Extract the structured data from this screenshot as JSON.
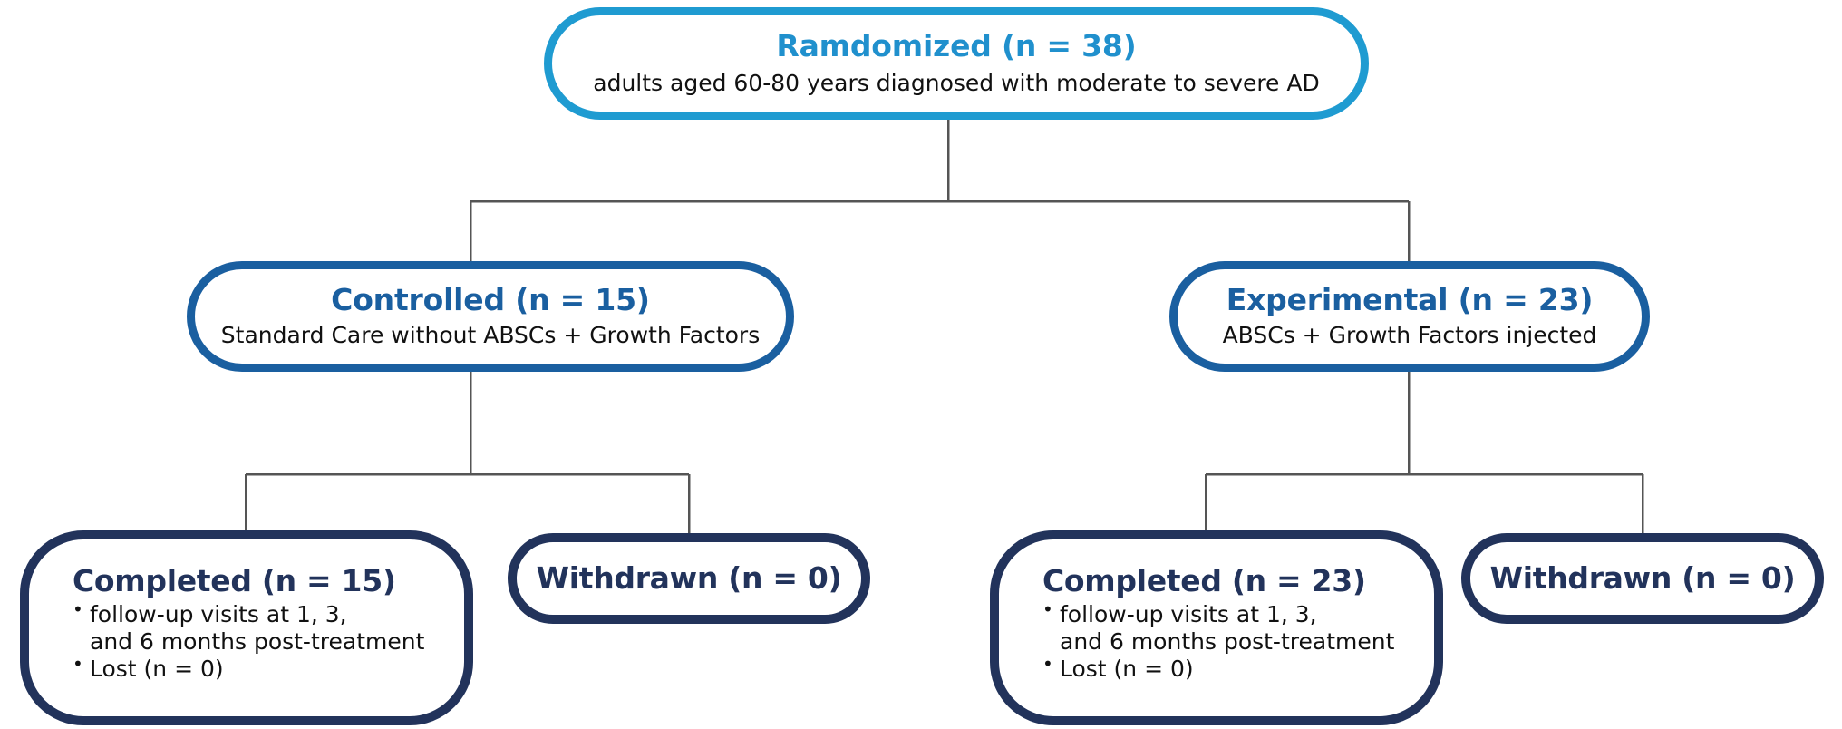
{
  "diagram": {
    "type": "consort-flow-diagram",
    "colors": {
      "top_accent": "#2090cd",
      "arm_accent": "#1a5fa0",
      "outcome_accent": "#22335b",
      "connector": "#555555",
      "background": "#ffffff"
    },
    "root": {
      "title": "Ramdomized (n = 38)",
      "subtitle": "adults aged 60-80 years diagnosed with moderate to severe AD"
    },
    "arms": [
      {
        "title": "Controlled (n = 15)",
        "subtitle": "Standard Care without ABSCs + Growth Factors"
      },
      {
        "title": "Experimental (n = 23)",
        "subtitle": "ABSCs + Growth Factors injected"
      }
    ],
    "outcomes": {
      "left": {
        "completed": {
          "title": "Completed (n = 15)",
          "bullets": [
            "follow-up visits at 1, 3,\nand 6 months post-treatment",
            "Lost (n = 0)"
          ]
        },
        "withdrawn": {
          "title": "Withdrawn (n = 0)"
        }
      },
      "right": {
        "completed": {
          "title": "Completed (n = 23)",
          "bullets": [
            "follow-up visits at 1, 3,\nand 6 months post-treatment",
            "Lost (n = 0)"
          ]
        },
        "withdrawn": {
          "title": "Withdrawn (n = 0)"
        }
      }
    }
  }
}
